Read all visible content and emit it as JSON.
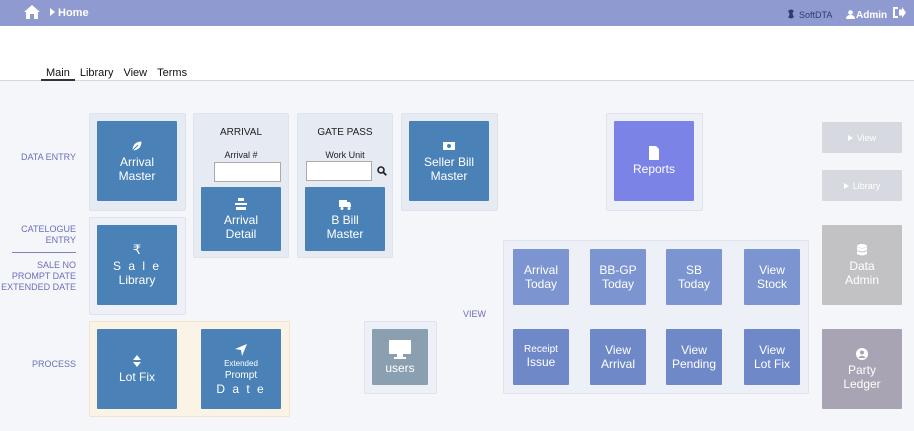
{
  "topbar": {
    "breadcrumb": "Home",
    "brand": "SoftDTA",
    "user": "Admin"
  },
  "tabs": [
    {
      "label": "Main"
    },
    {
      "label": "Library"
    },
    {
      "label": "View"
    },
    {
      "label": "Terms"
    }
  ],
  "row_labels": {
    "data_entry": "DATA ENTRY",
    "catalogue_line1": "CATELOGUE",
    "catalogue_line2": "ENTRY",
    "sale_line1": "SALE NO",
    "sale_line2": "PROMPT DATE",
    "sale_line3": "EXTENDED DATE",
    "process": "PROCESS",
    "view": "VIEW"
  },
  "arrival_panel": {
    "title": "ARRIVAL",
    "field_label": "Arrival #",
    "field_value": "",
    "tile_line1": "Arrival",
    "tile_line2": "Detail"
  },
  "gatepass_panel": {
    "title": "GATE PASS",
    "field_label": "Work Unit",
    "field_value": "",
    "tile_line1": "B Bill",
    "tile_line2": "Master"
  },
  "tiles": {
    "arrival_master": {
      "line1": "Arrival",
      "line2": "Master"
    },
    "seller_bill_master": {
      "line1": "Seller Bill",
      "line2": "Master"
    },
    "reports": {
      "label": "Reports"
    },
    "sale_library": {
      "line1": "S a l e",
      "line2": "Library"
    },
    "lot_fix": {
      "label": "Lot Fix"
    },
    "extended_prompt_date": {
      "line1": "Extended",
      "line2": "Prompt",
      "line3": "D a t e"
    },
    "users": {
      "label": "users"
    },
    "view_btn": {
      "label": "View"
    },
    "library_btn": {
      "label": "Library"
    },
    "data_admin": {
      "line1": "Data",
      "line2": "Admin"
    },
    "party_ledger": {
      "line1": "Party",
      "line2": "Ledger"
    }
  },
  "view_grid": [
    {
      "line1": "Arrival",
      "line2": "Today"
    },
    {
      "line1": "BB-GP",
      "line2": "Today"
    },
    {
      "line1": "SB",
      "line2": "Today"
    },
    {
      "line1": "View",
      "line2": "Stock"
    },
    {
      "line1": "Receipt",
      "line2": "Issue"
    },
    {
      "line1": "View",
      "line2": "Arrival"
    },
    {
      "line1": "View",
      "line2": "Pending"
    },
    {
      "line1": "View",
      "line2": "Lot Fix"
    }
  ]
}
